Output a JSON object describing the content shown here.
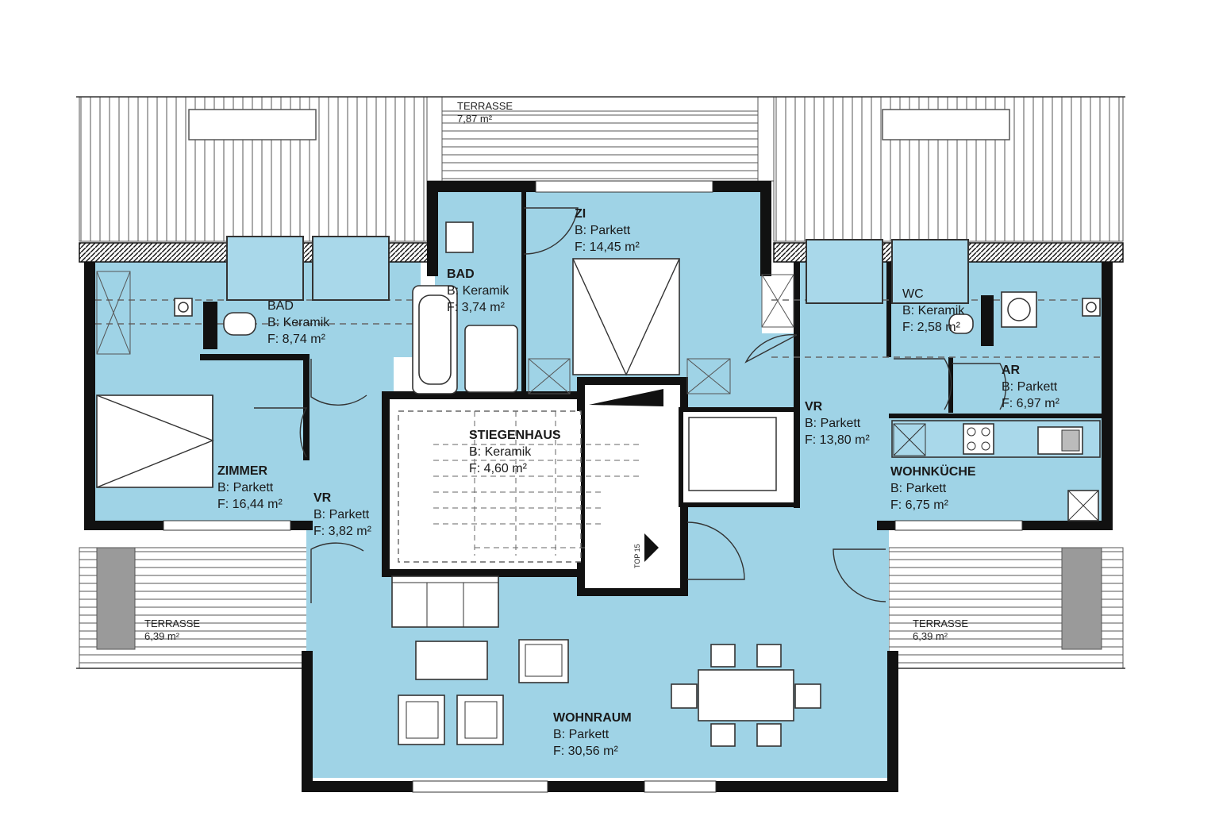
{
  "rooms": {
    "zi": {
      "name": "ZI",
      "floor": "B: Parkett",
      "area": "F: 14,45 m²"
    },
    "bad_top": {
      "name": "BAD",
      "floor": "B: Keramik",
      "area": "F: 3,74 m²"
    },
    "bad_left": {
      "name": "BAD",
      "floor": "B: Keramik",
      "area": "F: 8,74 m²"
    },
    "zimmer": {
      "name": "ZIMMER",
      "floor": "B: Parkett",
      "area": "F: 16,44 m²"
    },
    "vr_left": {
      "name": "VR",
      "floor": "B: Parkett",
      "area": "F: 3,82 m²"
    },
    "stiegenhaus": {
      "name": "STIEGENHAUS",
      "floor": "B: Keramik",
      "area": "F: 4,60 m²"
    },
    "vr_right": {
      "name": "VR",
      "floor": "B: Parkett",
      "area": "F: 13,80 m²"
    },
    "wc": {
      "name": "WC",
      "floor": "B: Keramik",
      "area": "F: 2,58 m²"
    },
    "ar": {
      "name": "AR",
      "floor": "B: Parkett",
      "area": "F: 6,97 m²"
    },
    "wohnkueche": {
      "name": "WOHNKÜCHE",
      "floor": "B: Parkett",
      "area": "F: 6,75 m²"
    },
    "wohnraum": {
      "name": "WOHNRAUM",
      "floor": "B: Parkett",
      "area": "F: 30,56 m²"
    }
  },
  "terraces": {
    "top": {
      "name": "TERRASSE",
      "area": "7,87 m²"
    },
    "left": {
      "name": "TERRASSE",
      "area": "6,39 m²"
    },
    "right": {
      "name": "TERRASSE",
      "area": "6,39 m²"
    }
  },
  "unit_label": "TOP 15",
  "colors": {
    "room_fill": "#9fd3e6",
    "wall": "#111111",
    "background": "#ffffff"
  }
}
